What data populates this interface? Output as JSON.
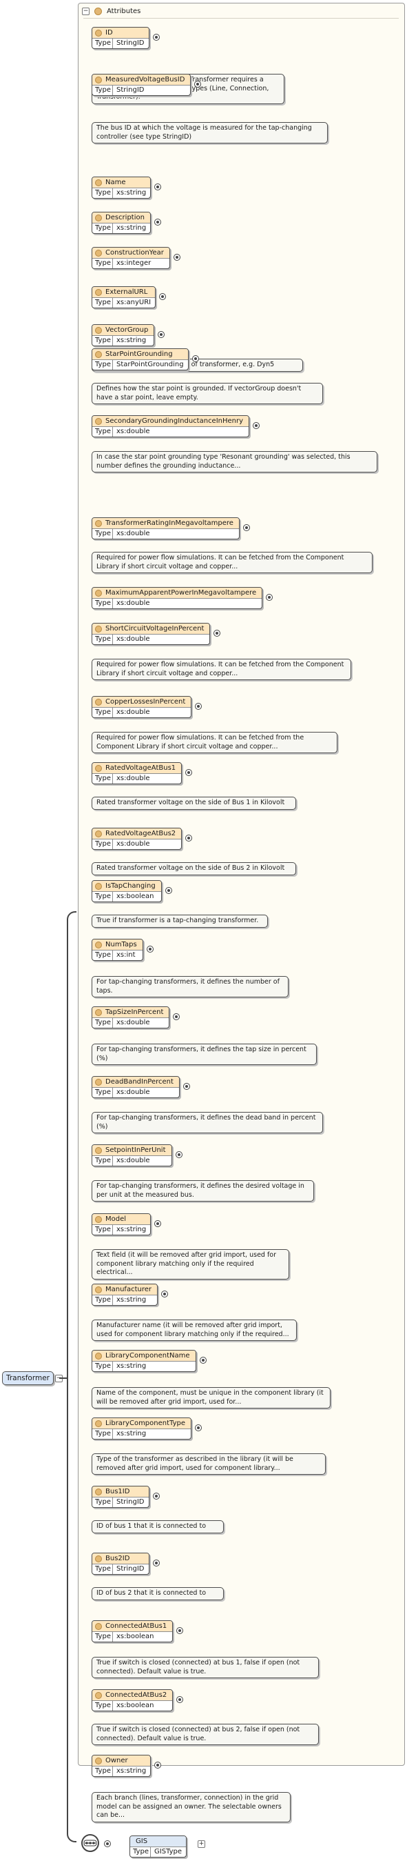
{
  "root": {
    "label": "Transformer",
    "collapse_symbol": "−"
  },
  "attributes_panel": {
    "title": "Attributes",
    "collapse_symbol": "−"
  },
  "type_label": "Type",
  "attributes": [
    {
      "name": "ID",
      "type": "StringID",
      "doc": "ID (see type StringID). Each Transformer requires a unique ID among all branch types (Line, Connection, Transformer).",
      "doc_width": 280
    },
    {
      "name": "MeasuredVoltageBusID",
      "type": "StringID",
      "doc": "The bus ID at which the voltage is measured for the tap-changing controller (see type StringID)",
      "doc_width": 343
    },
    {
      "name": "Name",
      "type": "xs:string",
      "doc": ""
    },
    {
      "name": "Description",
      "type": "xs:string",
      "doc": ""
    },
    {
      "name": "ConstructionYear",
      "type": "xs:integer",
      "doc": ""
    },
    {
      "name": "ExternalURL",
      "type": "xs:anyURI",
      "doc": ""
    },
    {
      "name": "VectorGroup",
      "type": "xs:string",
      "doc": "Vector group (Schaltgruppe) of transformer, e.g. Dyn5",
      "doc_width": 307
    },
    {
      "name": "StarPointGrounding",
      "type": "StarPointGrounding",
      "doc": "Defines how the star point is grounded. If vectorGroup doesn't have a star point, leave empty.",
      "doc_width": 336
    },
    {
      "name": "SecondaryGroundingInductanceInHenry",
      "type": "xs:double",
      "doc": "In case the star point grounding type 'Resonant grounding' was selected, this number defines the grounding inductance...",
      "doc_width": 415
    },
    {
      "name": "TransformerRatingInMegavoltampere",
      "type": "xs:double",
      "doc": "Required for power flow simulations. It can be fetched from the Component Library if short circuit voltage and copper...",
      "doc_width": 408
    },
    {
      "name": "MaximumApparentPowerInMegavoltampere",
      "type": "xs:double",
      "doc": ""
    },
    {
      "name": "ShortCircuitVoltageInPercent",
      "type": "xs:double",
      "doc": "Required for power flow simulations. It can be fetched from the Component Library if short circuit voltage and copper...",
      "doc_width": 377
    },
    {
      "name": "CopperLossesInPercent",
      "type": "xs:double",
      "doc": "Required for power flow simulations. It can be fetched from the Component Library if short circuit voltage and copper...",
      "doc_width": 357
    },
    {
      "name": "RatedVoltageAtBus1",
      "type": "xs:double",
      "doc": "Rated transformer voltage on the side of Bus 1 in Kilovolt",
      "doc_width": 297
    },
    {
      "name": "RatedVoltageAtBus2",
      "type": "xs:double",
      "doc": "Rated transformer voltage on the side of Bus 2 in Kilovolt",
      "doc_width": 297
    },
    {
      "name": "IsTapChanging",
      "type": "xs:boolean",
      "doc": "True if transformer is a tap-changing transformer.",
      "doc_width": 256
    },
    {
      "name": "NumTaps",
      "type": "xs:int",
      "doc": "For tap-changing transformers, it defines the number of taps.",
      "doc_width": 286
    },
    {
      "name": "TapSizeInPercent",
      "type": "xs:double",
      "doc": "For tap-changing transformers, it defines the tap size in percent (%)",
      "doc_width": 327
    },
    {
      "name": "DeadBandInPercent",
      "type": "xs:double",
      "doc": "For tap-changing transformers, it defines the dead band in percent (%)",
      "doc_width": 336
    },
    {
      "name": "SetpointInPerUnit",
      "type": "xs:double",
      "doc": "For tap-changing transformers, it defines the desired voltage in per unit at the measured bus.",
      "doc_width": 323
    },
    {
      "name": "Model",
      "type": "xs:string",
      "doc": "Text field (it will be removed after grid import, used for component library matching only if the required electrical...",
      "doc_width": 287
    },
    {
      "name": "Manufacturer",
      "type": "xs:string",
      "doc": "Manufacturer name (it will be removed after grid import, used for component library matching only if the required...",
      "doc_width": 298
    },
    {
      "name": "LibraryComponentName",
      "type": "xs:string",
      "doc": "Name of the component, must be unique in the component library (it will be removed after grid import, used for...",
      "doc_width": 347
    },
    {
      "name": "LibraryComponentType",
      "type": "xs:string",
      "doc": "Type of the transformer as described in the library (it will be removed after grid import, used for component library...",
      "doc_width": 340
    },
    {
      "name": "Bus1ID",
      "type": "StringID",
      "doc": "ID of bus 1 that it is connected to",
      "doc_width": 192
    },
    {
      "name": "Bus2ID",
      "type": "StringID",
      "doc": "ID of bus 2 that it is connected to",
      "doc_width": 192
    },
    {
      "name": "ConnectedAtBus1",
      "type": "xs:boolean",
      "doc": "True if switch is closed (connected) at bus 1, false if open (not connected). Default value is true.",
      "doc_width": 330
    },
    {
      "name": "ConnectedAtBus2",
      "type": "xs:boolean",
      "doc": "True if switch is closed (connected) at bus 2, false if open (not connected). Default value is true.",
      "doc_width": 330
    },
    {
      "name": "Owner",
      "type": "xs:string",
      "doc": "Each branch (lines, transformer, connection) in the grid model can be assigned an owner. The selectable owners can be...",
      "doc_width": 289
    }
  ],
  "child_element": {
    "name": "GIS",
    "type": "GISType",
    "collapse_symbol": "+"
  },
  "colors": {
    "attribute_header": "#fde6bf",
    "element_header": "#dde8f5",
    "root_fill": "#d9e6f7",
    "doc_fill": "#f7f7f2"
  }
}
